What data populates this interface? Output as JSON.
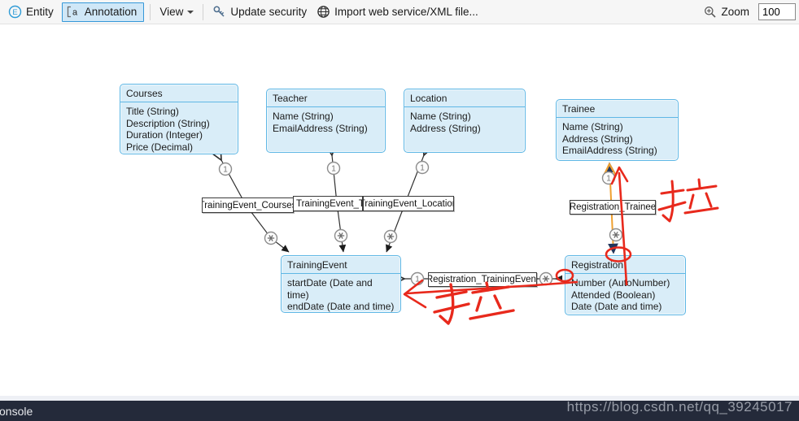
{
  "toolbar": {
    "entity_label": "Entity",
    "annotation_label": "Annotation",
    "view_label": "View",
    "update_security_label": "Update security",
    "import_label": "Import web service/XML file...",
    "zoom_label": "Zoom",
    "zoom_value": "100",
    "annotation_selected": true
  },
  "canvas": {
    "entities": [
      {
        "title": "Courses",
        "fields": [
          "Title (String)",
          "Description (String)",
          "Duration (Integer)",
          "Price (Decimal)"
        ]
      },
      {
        "title": "Teacher",
        "fields": [
          "Name (String)",
          "EmailAddress (String)"
        ]
      },
      {
        "title": "Location",
        "fields": [
          "Name (String)",
          "Address (String)"
        ]
      },
      {
        "title": "Trainee",
        "fields": [
          "Name (String)",
          "Address (String)",
          "EmailAddress (String)"
        ]
      },
      {
        "title": "TrainingEvent",
        "fields": [
          "startDate (Date and time)",
          "endDate (Date and time)"
        ]
      },
      {
        "title": "Registration",
        "fields": [
          "Number (AutoNumber)",
          "Attended (Boolean)",
          "Date (Date and time)"
        ]
      }
    ],
    "relationships": [
      {
        "label": "TrainingEvent_Courses",
        "from": "Courses",
        "to": "TrainingEvent"
      },
      {
        "label": "TrainingEvent_Te",
        "from": "Teacher",
        "to": "TrainingEvent"
      },
      {
        "label": "TrainingEvent_Location",
        "from": "Location",
        "to": "TrainingEvent"
      },
      {
        "label": "Registration_Trainee",
        "from": "Trainee",
        "to": "Registration",
        "highlighted": true
      },
      {
        "label": "Registration_TrainingEvent",
        "from": "TrainingEvent",
        "to": "Registration"
      }
    ],
    "multiplicity": {
      "one": "1",
      "many": "*"
    },
    "colors": {
      "entity_fill": "#d9edf8",
      "entity_border": "#5fb7e5",
      "connector": "#2f2f2f",
      "highlighted_connector": "#efa030",
      "annotation_ink": "#e8291c"
    }
  },
  "annotations": {
    "ink_color": "#e8291c",
    "items": [
      {
        "type": "arrow-up-with-loop",
        "text": "",
        "near": "Registration_Trainee connector"
      },
      {
        "type": "handwritten-character",
        "text": "拉",
        "near": "right of Trainee connector"
      },
      {
        "type": "arrow-left-with-loop",
        "text": "",
        "near": "Registration_TrainingEvent connector"
      },
      {
        "type": "handwritten-character",
        "text": "拉",
        "near": "below Registration_TrainingEvent"
      }
    ]
  },
  "statusbar": {
    "console_text": "onsole"
  },
  "watermark": {
    "text": "https://blog.csdn.net/qq_39245017"
  }
}
